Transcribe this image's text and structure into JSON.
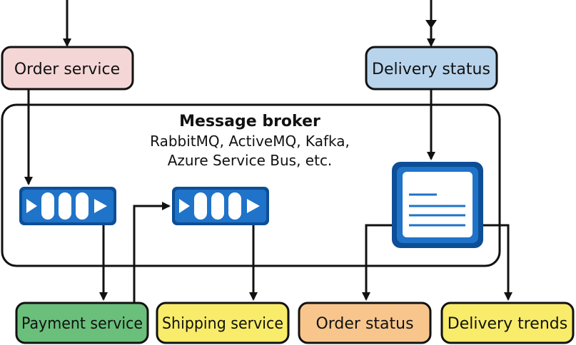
{
  "broker": {
    "title": "Message broker",
    "subtitle_line1": "RabbitMQ, ActiveMQ, Kafka,",
    "subtitle_line2": "Azure Service Bus, etc."
  },
  "services": {
    "order_service": "Order service",
    "delivery_status": "Delivery status",
    "payment_service": "Payment service",
    "shipping_service": "Shipping service",
    "order_status": "Order status",
    "delivery_trends": "Delivery trends"
  },
  "colors": {
    "order_service": "#f5d6d6",
    "delivery_status": "#b8d4ec",
    "payment_service": "#6abf7b",
    "shipping_service": "#f8ec6a",
    "order_status": "#f8c68c",
    "delivery_trends": "#f8ec6a",
    "queue_blue": "#1f73c8",
    "queue_dark": "#0d4e96"
  },
  "icons": {
    "queue": "queue-icon",
    "log": "log-document-icon"
  }
}
